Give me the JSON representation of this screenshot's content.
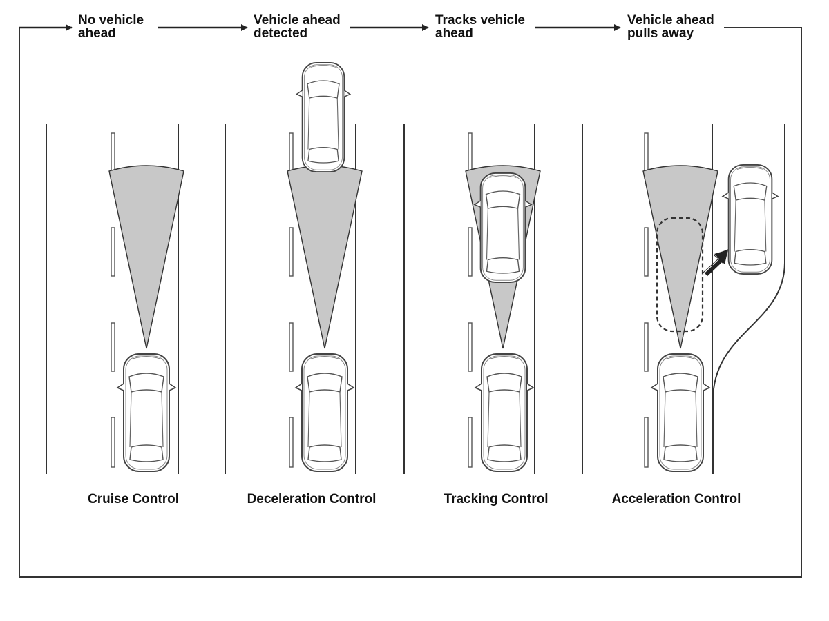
{
  "stages": [
    {
      "label": "No vehicle\nahead",
      "control": "Cruise Control"
    },
    {
      "label": "Vehicle ahead\ndetected",
      "control": "Deceleration Control"
    },
    {
      "label": "Tracks vehicle\nahead",
      "control": "Tracking Control"
    },
    {
      "label": "Vehicle ahead\npulls away",
      "control": "Acceleration Control"
    }
  ],
  "colors": {
    "line": "#333333",
    "sensor_cone": "#c8c8c8",
    "car_fill": "#ffffff"
  },
  "icons": [
    "car-icon",
    "arrow-right-icon",
    "sensor-cone-icon",
    "dashed-outline-icon",
    "diagonal-arrow-icon"
  ]
}
